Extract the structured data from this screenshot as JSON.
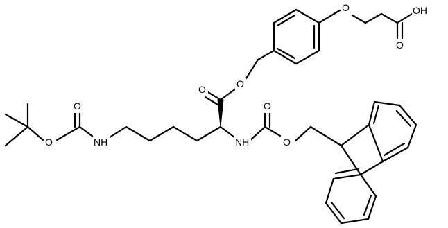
{
  "structure": {
    "atom_labels": {
      "oh": "OH",
      "o_acid_carbonyl": "O",
      "o_ether": "O",
      "o_ester_single": "O",
      "o_ester_carbonyl": "O",
      "o_carbamate_carbonyl": "O",
      "o_fmoc_ester": "O",
      "n_alpha": "NH",
      "n_epsilon": "NH",
      "o_boc_carbonyl": "O",
      "o_boc_ester": "O"
    }
  }
}
